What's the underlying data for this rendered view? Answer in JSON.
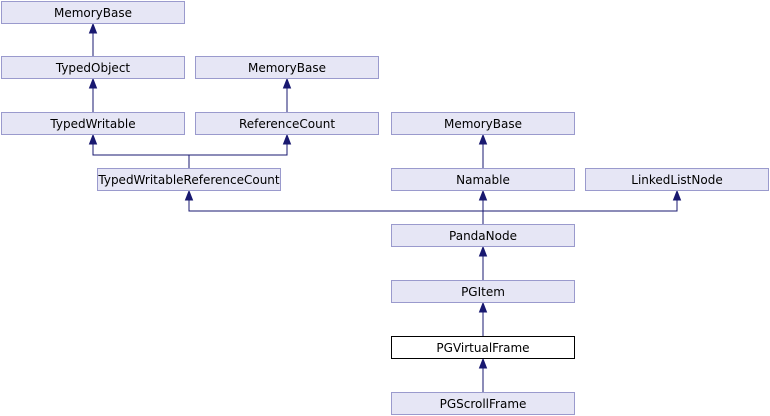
{
  "diagram": {
    "type": "class-inheritance-graph",
    "colors": {
      "node_fill": "#e6e6f5",
      "node_border": "#9a9acd",
      "current_fill": "#ffffff",
      "current_border": "#000000",
      "edge": "#191970"
    },
    "nodes": [
      {
        "id": "mb1",
        "label": "MemoryBase"
      },
      {
        "id": "to",
        "label": "TypedObject"
      },
      {
        "id": "mb2",
        "label": "MemoryBase"
      },
      {
        "id": "tw",
        "label": "TypedWritable"
      },
      {
        "id": "rc",
        "label": "ReferenceCount"
      },
      {
        "id": "mb3",
        "label": "MemoryBase"
      },
      {
        "id": "twrc",
        "label": "TypedWritableReferenceCount"
      },
      {
        "id": "nm",
        "label": "Namable"
      },
      {
        "id": "lln",
        "label": "LinkedListNode"
      },
      {
        "id": "pn",
        "label": "PandaNode"
      },
      {
        "id": "pgi",
        "label": "PGItem"
      },
      {
        "id": "pgvf",
        "label": "PGVirtualFrame",
        "current": true
      },
      {
        "id": "pgsf",
        "label": "PGScrollFrame"
      }
    ],
    "edges": [
      {
        "from": "to",
        "to": "mb1"
      },
      {
        "from": "tw",
        "to": "to"
      },
      {
        "from": "rc",
        "to": "mb2"
      },
      {
        "from": "twrc",
        "to": "tw"
      },
      {
        "from": "twrc",
        "to": "rc"
      },
      {
        "from": "nm",
        "to": "mb3"
      },
      {
        "from": "pn",
        "to": "twrc"
      },
      {
        "from": "pn",
        "to": "nm"
      },
      {
        "from": "pn",
        "to": "lln"
      },
      {
        "from": "pgi",
        "to": "pn"
      },
      {
        "from": "pgvf",
        "to": "pgi"
      },
      {
        "from": "pgsf",
        "to": "pgvf"
      }
    ]
  }
}
